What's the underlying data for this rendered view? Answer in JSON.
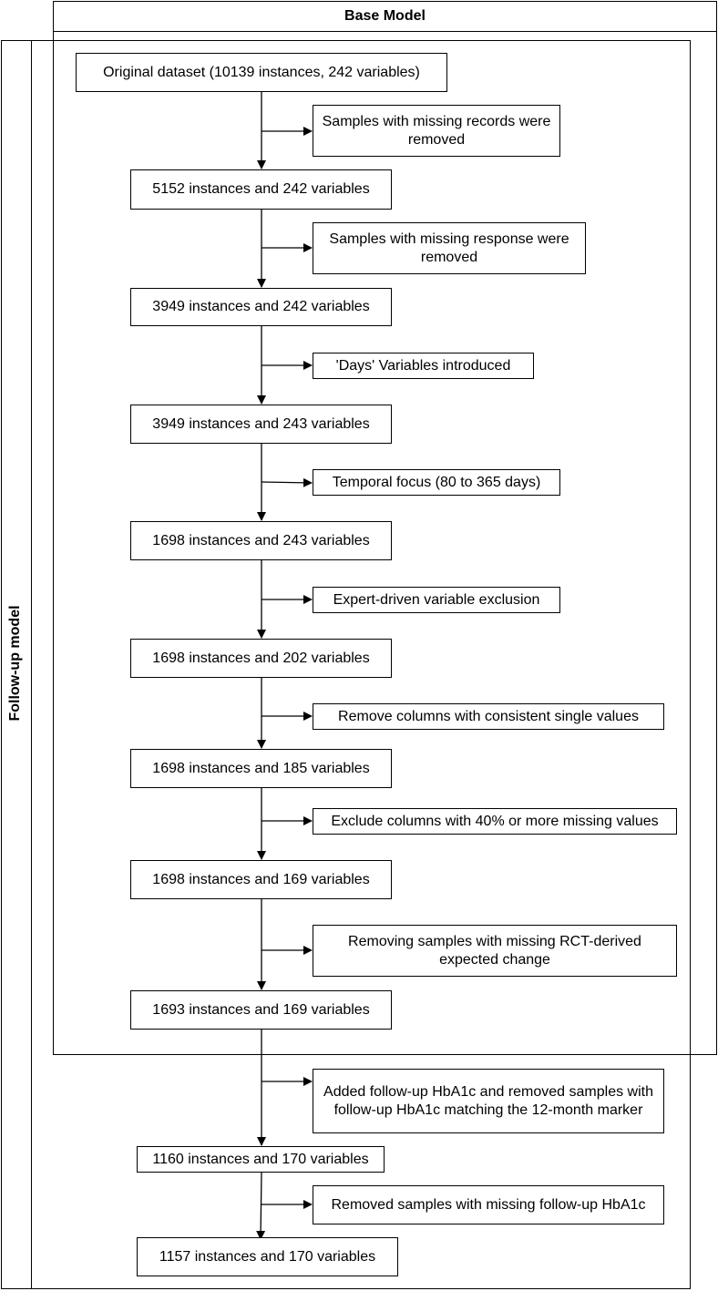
{
  "groups": {
    "base_model": "Base Model",
    "follow_up_model": "Follow-up model"
  },
  "main_steps": [
    "Original dataset (10139 instances, 242 variables)",
    "5152 instances and 242 variables",
    "3949 instances and 242 variables",
    "3949 instances and 243 variables",
    "1698 instances and 243 variables",
    "1698 instances and 202 variables",
    "1698 instances and 185 variables",
    "1698 instances and 169 variables",
    "1693 instances and 169 variables",
    "1160 instances and 170 variables",
    "1157 instances and 170 variables"
  ],
  "side_steps": [
    "Samples with missing records were removed",
    "Samples with missing response were removed",
    "'Days' Variables introduced",
    "Temporal focus (80 to 365 days)",
    "Expert-driven variable exclusion",
    "Remove columns with consistent single values",
    "Exclude columns with 40% or more missing values",
    "Removing samples with missing RCT-derived expected change",
    "Added follow-up HbA1c and removed samples with follow-up HbA1c matching the 12-month marker",
    "Removed samples with missing follow-up HbA1c"
  ]
}
